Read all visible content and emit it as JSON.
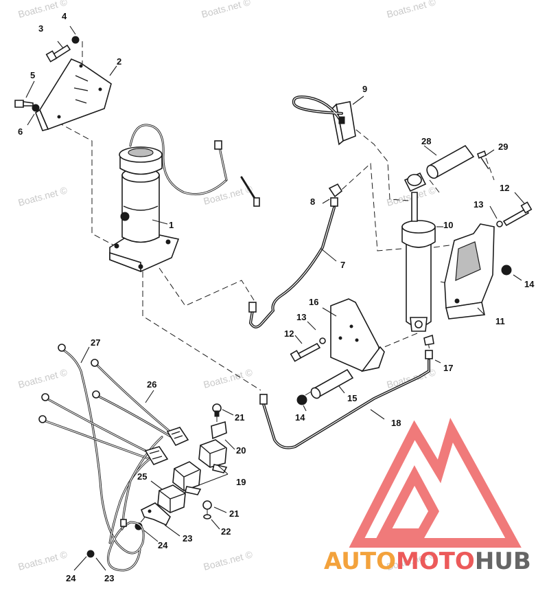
{
  "watermark": "Boats.net ©",
  "logo": {
    "part1": "AUTO",
    "part2": "MOTO",
    "part3": "HUB",
    "color_orange": "#f3a23c",
    "color_red": "#ec5a5a",
    "color_gray": "#666666",
    "triangle_color": "#f07a7a"
  },
  "callouts": {
    "c1": "1",
    "c2": "2",
    "c3": "3",
    "c4": "4",
    "c5": "5",
    "c6": "6",
    "c7": "7",
    "c8": "8",
    "c9": "9",
    "c10": "10",
    "c11": "11",
    "c12a": "12",
    "c12b": "12",
    "c13a": "13",
    "c13b": "13",
    "c14a": "14",
    "c14b": "14",
    "c15": "15",
    "c16": "16",
    "c17": "17",
    "c18": "18",
    "c19": "19",
    "c20": "20",
    "c21a": "21",
    "c21b": "21",
    "c22": "22",
    "c23a": "23",
    "c23b": "23",
    "c24a": "24",
    "c24b": "24",
    "c25": "25",
    "c26": "26",
    "c27": "27",
    "c28": "28",
    "c29": "29"
  }
}
